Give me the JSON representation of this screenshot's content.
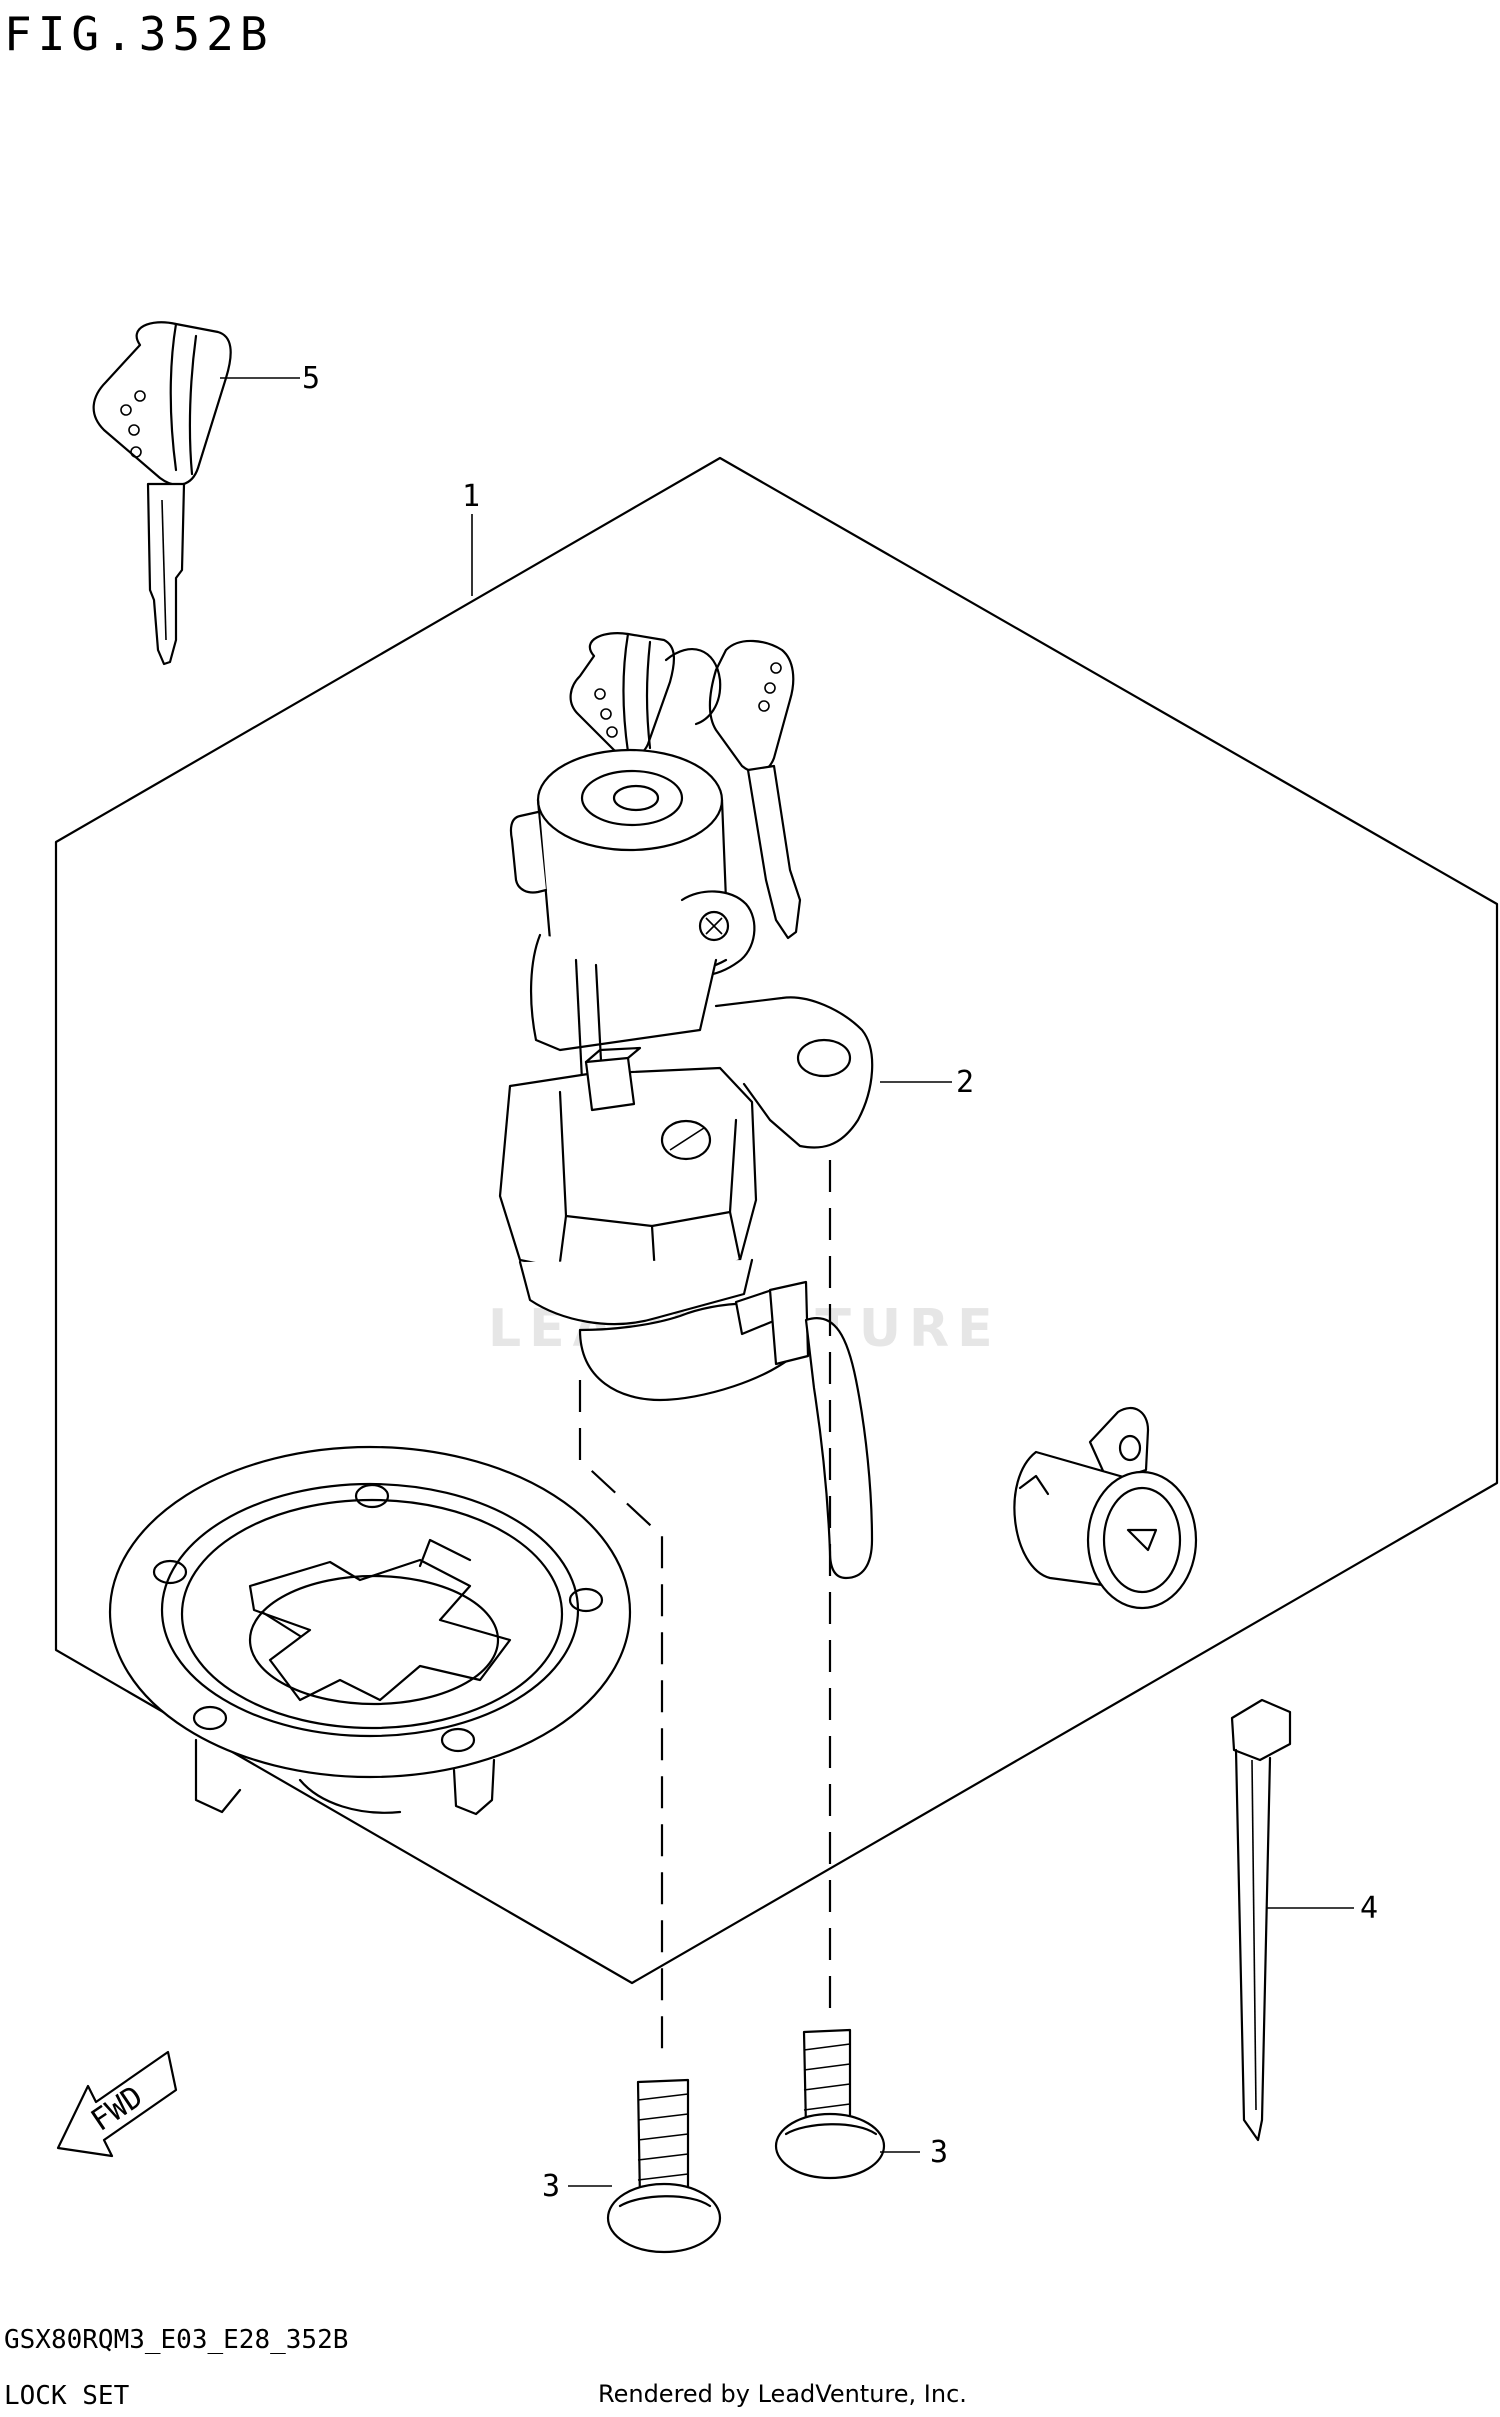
{
  "figure_title": "FIG.352B",
  "watermark": "LEADVENTURE",
  "model_code": "GSX80RQM3_E03_E28_352B",
  "section_name": "LOCK SET",
  "credit": "Rendered by LeadVenture, Inc.",
  "fwd_label": "FWD",
  "callouts": {
    "c1": "1",
    "c2": "2",
    "c3a": "3",
    "c3b": "3",
    "c4": "4",
    "c5": "5"
  }
}
